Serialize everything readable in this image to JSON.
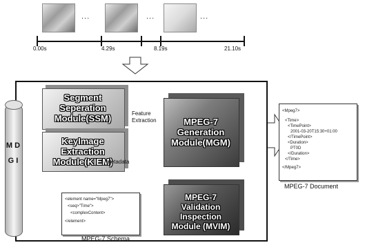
{
  "timeline": {
    "ellipsis": "...",
    "ticks": [
      "0.00s",
      "4.29s",
      "8.19s",
      "21.10s"
    ]
  },
  "modules": {
    "ssm": "Segment Seperation Module(SSM)",
    "kiem": "KeyImage Extraction Module(KIEM)",
    "mgm": "MPEG-7 Generation Module(MGM)",
    "mvim": "MPEG-7 Validation Inspection Module (MVIM)"
  },
  "mdgi": "M D G I",
  "labels": {
    "feature_extraction": "Feature Extraction",
    "metadata": "metadata"
  },
  "document": {
    "caption": "MPEG-7 Document",
    "lines": [
      "<Mpeg7>",
      "<Time>",
      "<TimePoint>",
      "2001-03-20T15:30+01:00",
      "</TimePoint>",
      "<Duration>",
      "PT0D",
      "</Duration>",
      "</Time>",
      "</Mpeg7>"
    ]
  },
  "schema": {
    "caption": "MPEG-7 Schema",
    "lines": [
      "<element name=\"Mpeg7\">",
      "<seq>\"Time\">",
      "<complexContent>",
      "",
      "</element>"
    ]
  },
  "colors": {
    "stroke": "#111111",
    "module_fill": "#8d8d8d"
  }
}
